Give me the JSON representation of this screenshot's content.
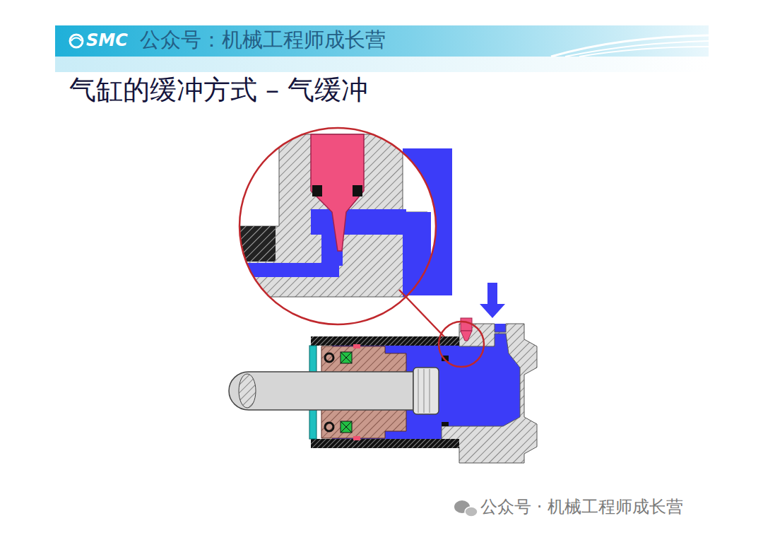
{
  "diagram": {
    "title": "气缸的缓冲方式 – 气缓冲",
    "labels": [
      "SMC",
      "公众号：机械工程师成长营",
      "公众号 · 机械工程师成长营"
    ]
  }
}
